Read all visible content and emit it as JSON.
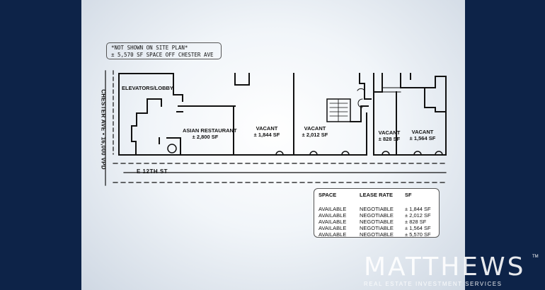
{
  "note": {
    "line1": "*NOT SHOWN ON SITE PLAN*",
    "line2": "± 5,570 SF SPACE OFF CHESTER AVE"
  },
  "streets": {
    "vertical": "CHESTER AVE • 16,000 VPD",
    "horizontal": "E 12TH ST"
  },
  "units": [
    {
      "name": "ELEVATORS/LOBBY",
      "area": ""
    },
    {
      "name": "ASIAN RESTAURANT",
      "area": "± 2,800 SF"
    },
    {
      "name": "VACANT",
      "area": "± 1,844 SF"
    },
    {
      "name": "VACANT",
      "area": "± 2,012 SF"
    },
    {
      "name": "VACANT",
      "area": "± 828 SF"
    },
    {
      "name": "VACANT",
      "area": "± 1,564 SF"
    }
  ],
  "table": {
    "headers": [
      "SPACE",
      "LEASE RATE",
      "SF"
    ],
    "rows": [
      [
        "AVAILABLE",
        "NEGOTIABLE",
        "± 1,844 SF"
      ],
      [
        "AVAILABLE",
        "NEGOTIABLE",
        "± 2,012 SF"
      ],
      [
        "AVAILABLE",
        "NEGOTIABLE",
        "± 828 SF"
      ],
      [
        "AVAILABLE",
        "NEGOTIABLE",
        "± 1,564 SF"
      ],
      [
        "AVAILABLE",
        "NEGOTIABLE",
        "± 5,570 SF"
      ]
    ]
  },
  "brand": {
    "name": "MATTHEWS",
    "tm": "TM",
    "tagline": "REAL ESTATE INVESTMENT SERVICES"
  },
  "colors": {
    "navy": "#0d2348",
    "wall": "#111111"
  }
}
